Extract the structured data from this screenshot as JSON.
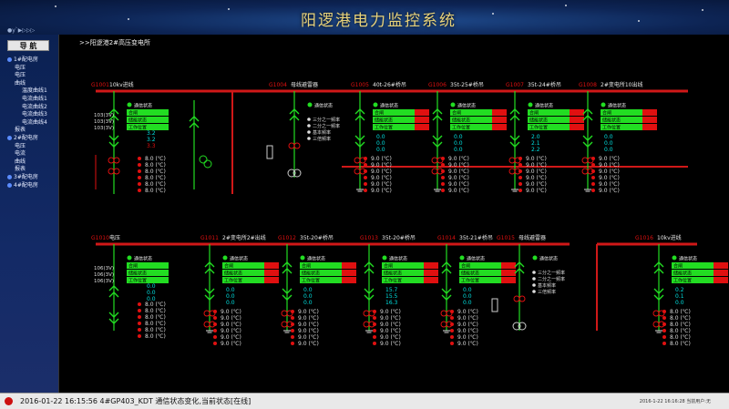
{
  "header": {
    "title": "阳逻港电力监控系统",
    "subtitle": "●y`▶▷▷▷"
  },
  "sidebar": {
    "title": "导 航",
    "items": [
      {
        "label": "1#配电房",
        "level": 0
      },
      {
        "label": "电压",
        "level": 1
      },
      {
        "label": "电压",
        "level": 1
      },
      {
        "label": "曲线",
        "level": 1
      },
      {
        "label": "温度曲线1",
        "level": 2
      },
      {
        "label": "电流曲线1",
        "level": 2
      },
      {
        "label": "电流曲线2",
        "level": 2
      },
      {
        "label": "电流曲线3",
        "level": 2
      },
      {
        "label": "电流曲线4",
        "level": 2
      },
      {
        "label": "报表",
        "level": 1
      },
      {
        "label": "2#配电房",
        "level": 0
      },
      {
        "label": "电压",
        "level": 1
      },
      {
        "label": "电流",
        "level": 1
      },
      {
        "label": "曲线",
        "level": 1
      },
      {
        "label": "报表",
        "level": 1
      },
      {
        "label": "3#配电房",
        "level": 0
      },
      {
        "label": "4#配电房",
        "level": 0
      }
    ]
  },
  "main": {
    "title": ">>阳逻港2#高压变电所"
  },
  "status_rows": [
    "通信状态",
    "合闸",
    "储能状态",
    "工作位置"
  ],
  "top_panels": [
    {
      "id": "G1001",
      "name": "10kv进线",
      "pt": [
        "103(3V)",
        "103(3V)",
        "103(3V)"
      ],
      "values": [
        "3.2",
        "3.2",
        "3.3"
      ],
      "temps": [
        "8.0 (℃)",
        "8.0 (℃)",
        "8.0 (℃)",
        "8.0 (℃)",
        "8.0 (℃)",
        "8.0 (℃)"
      ]
    },
    {
      "id": "G1004",
      "name": "母线避雷器",
      "extra": [
        "三分之一频率",
        "二分之一频率",
        "基本频率",
        "三倍频率"
      ]
    },
    {
      "id": "G1005",
      "name": "40t-26#桥吊",
      "values": [
        "0.0",
        "0.0",
        "0.0"
      ],
      "temps": [
        "9.0 (℃)",
        "9.0 (℃)",
        "9.0 (℃)",
        "9.0 (℃)",
        "9.0 (℃)",
        "9.0 (℃)"
      ]
    },
    {
      "id": "G1006",
      "name": "35t-25#桥吊",
      "values": [
        "0.0",
        "0.0",
        "0.0"
      ],
      "temps": [
        "9.0 (℃)",
        "9.0 (℃)",
        "9.0 (℃)",
        "9.0 (℃)",
        "9.0 (℃)",
        "9.0 (℃)"
      ]
    },
    {
      "id": "G1007",
      "name": "35t-24#桥吊",
      "values": [
        "2.0",
        "2.1",
        "2.2"
      ],
      "temps": [
        "9.0 (℃)",
        "9.0 (℃)",
        "9.0 (℃)",
        "9.0 (℃)",
        "9.0 (℃)",
        "9.0 (℃)"
      ]
    },
    {
      "id": "G1008",
      "name": "2#变电所10出线",
      "values": [
        "0.0",
        "0.0",
        "0.0"
      ],
      "temps": [
        "9.0 (℃)",
        "9.0 (℃)",
        "9.0 (℃)",
        "9.0 (℃)",
        "9.0 (℃)",
        "9.0 (℃)"
      ]
    }
  ],
  "bottom_panels": [
    {
      "id": "G1010",
      "name": "电压",
      "pt": [
        "106(3V)",
        "106(3V)",
        "106(3V)"
      ],
      "values": [
        "0.0",
        "0.0",
        "0.0"
      ],
      "temps": [
        "8.0 (℃)",
        "8.0 (℃)",
        "8.0 (℃)",
        "8.0 (℃)",
        "8.0 (℃)",
        "8.0 (℃)"
      ]
    },
    {
      "id": "G1011",
      "name": "2#变电所2#出线",
      "values": [
        "0.0",
        "0.0",
        "0.0"
      ],
      "temps": [
        "9.0 (℃)",
        "9.0 (℃)",
        "9.0 (℃)",
        "9.0 (℃)",
        "9.0 (℃)",
        "9.0 (℃)"
      ]
    },
    {
      "id": "G1012",
      "name": "35t-20#桥吊",
      "values": [
        "0.0",
        "0.0",
        "0.0"
      ],
      "temps": [
        "9.0 (℃)",
        "9.0 (℃)",
        "9.0 (℃)",
        "9.0 (℃)",
        "9.0 (℃)",
        "9.0 (℃)"
      ]
    },
    {
      "id": "G1013",
      "name": "35t-20#桥吊",
      "values": [
        "15.7",
        "15.5",
        "16.3"
      ],
      "temps": [
        "9.0 (℃)",
        "9.0 (℃)",
        "9.0 (℃)",
        "9.0 (℃)",
        "9.0 (℃)",
        "9.0 (℃)"
      ]
    },
    {
      "id": "G1014",
      "name": "35t-21#桥吊",
      "values": [
        "0.0",
        "0.0",
        "0.0"
      ],
      "temps": [
        "9.0 (℃)",
        "9.0 (℃)",
        "9.0 (℃)",
        "9.0 (℃)",
        "9.0 (℃)",
        "9.0 (℃)"
      ]
    },
    {
      "id": "G1015",
      "name": "母线避雷器",
      "extra": [
        "三分之一频率",
        "二分之一频率",
        "基本频率",
        "三倍频率"
      ]
    },
    {
      "id": "G1016",
      "name": "10kv进线",
      "values": [
        "0.2",
        "0.1",
        "0.0"
      ],
      "temps": [
        "8.0 (℃)",
        "8.0 (℃)",
        "8.0 (℃)",
        "8.0 (℃)",
        "8.0 (℃)",
        "8.0 (℃)"
      ]
    }
  ],
  "footer": {
    "message": "2016-01-22 16:15:56 4#GP403_KDT 通信状态变化,当前状态[在线]",
    "right": "2016-1-22 16:16:28  当前用户:无"
  },
  "colors": {
    "green": "#22dd22",
    "red": "#e01010",
    "bus": "#d01818",
    "cyan": "#00e0e0",
    "yellow": "#e8d27a"
  }
}
